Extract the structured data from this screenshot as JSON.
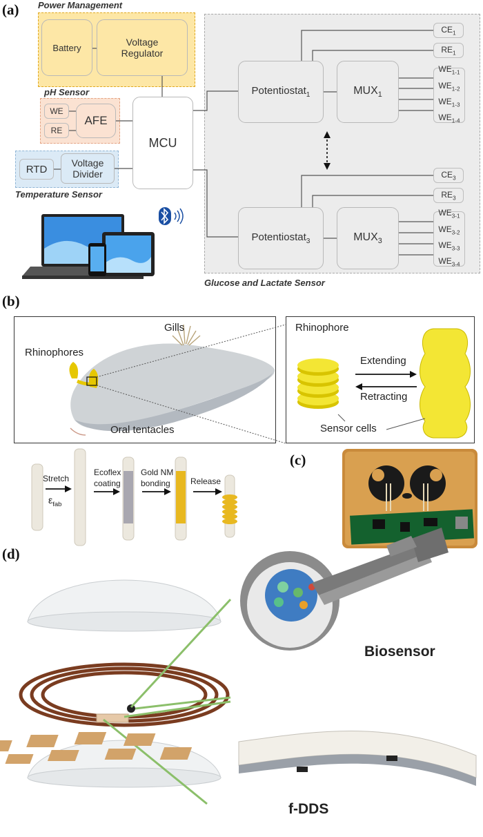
{
  "panels": {
    "a": "(a)",
    "b": "(b)",
    "c": "(c)",
    "d": "(d)"
  },
  "a": {
    "power_title": "Power Management",
    "battery": "Battery",
    "regulator": [
      "Voltage",
      "Regulator"
    ],
    "ph_title": "pH Sensor",
    "we": "WE",
    "re": "RE",
    "afe": "AFE",
    "mcu": "MCU",
    "rtd": "RTD",
    "divider": [
      "Voltage",
      "Divider"
    ],
    "temp_title": "Temperature Sensor",
    "glucose_title": "Glucose and Lactate Sensor",
    "pot1": "Potentiostat",
    "pot1_sub": "1",
    "mux1": "MUX",
    "mux1_sub": "1",
    "pot3": "Potentiostat",
    "pot3_sub": "3",
    "mux3": "MUX",
    "mux3_sub": "3",
    "ce1": "CE",
    "ce1_sub": "1",
    "re1": "RE",
    "re1_sub": "1",
    "we1": [
      [
        "WE",
        "1-1"
      ],
      [
        "WE",
        "1-2"
      ],
      [
        "WE",
        "1-3"
      ],
      [
        "WE",
        "1-4"
      ]
    ],
    "ce3": "CE",
    "ce3_sub": "3",
    "re3": "RE",
    "re3_sub": "3",
    "we3": [
      [
        "WE",
        "3-1"
      ],
      [
        "WE",
        "3-2"
      ],
      [
        "WE",
        "3-3"
      ],
      [
        "WE",
        "3-4"
      ]
    ]
  },
  "b": {
    "gills": "Gills",
    "rhinophores": "Rhinophores",
    "oral": "Oral tentacles",
    "rhinophore": "Rhinophore",
    "extending": "Extending",
    "retracting": "Retracting",
    "sensor_cells": "Sensor cells",
    "stretch": "Stretch",
    "epsilon": "ε",
    "epsilon_sub": "fab",
    "ecoflex": [
      "Ecoflex",
      "coating"
    ],
    "gold": [
      "Gold NM",
      "bonding"
    ],
    "release": "Release"
  },
  "d": {
    "biosensor": "Biosensor",
    "fdds": "f-DDS"
  },
  "colors": {
    "power_fill": "#fde7a6",
    "ph_fill": "#fbe2d2",
    "temp_fill": "#dbeaf6",
    "glucose_fill": "#ececec",
    "gold": "#e8b820",
    "sensor_yellow": "#f3e634"
  }
}
